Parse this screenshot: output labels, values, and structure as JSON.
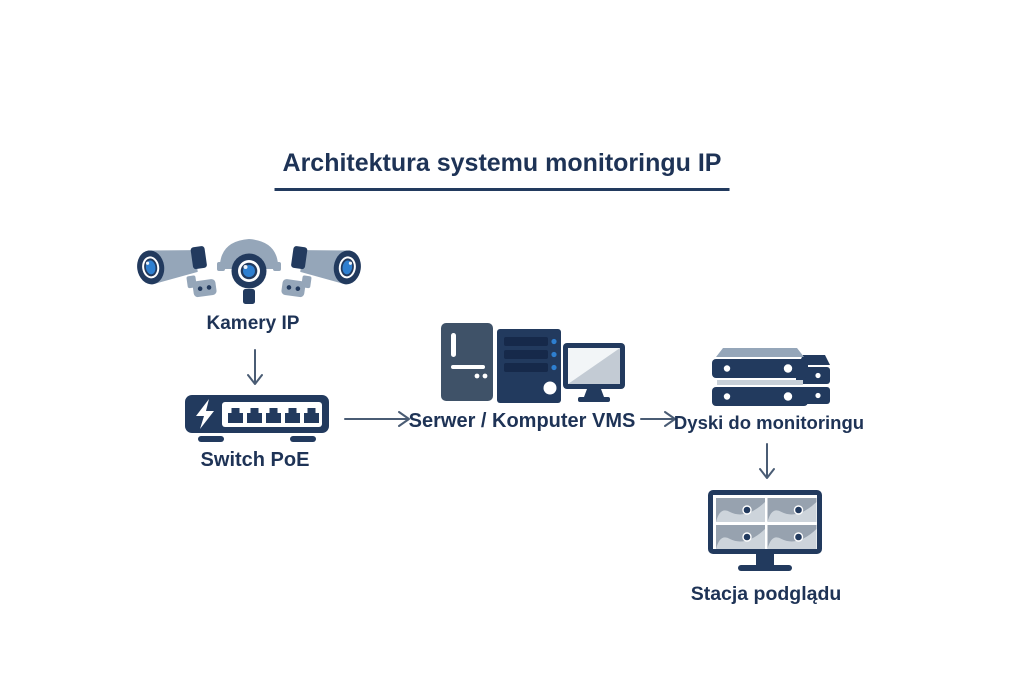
{
  "title": "Architektura systemu monitoringu IP",
  "colors": {
    "navy": "#223a5e",
    "darknavy": "#16294a",
    "slate": "#3f5268",
    "grayblue": "#95a6b9",
    "lightgray": "#c8d0d8",
    "tile": "#cdd4db",
    "tiledark": "#97a2af",
    "blue": "#2e7fd0",
    "screen": "#f2f5f7",
    "screenshade": "#c3cbd4",
    "arrow": "#4a5c74",
    "text": "#1e3356"
  },
  "nodes": {
    "cameras": {
      "label": "Kamery IP",
      "icon": "ip-cameras-icon"
    },
    "switch": {
      "label": "Switch PoE",
      "icon": "poe-switch-icon"
    },
    "server": {
      "label": "Serwer / Komputer VMS",
      "icon": "server-workstation-icon"
    },
    "disks": {
      "label": "Dyski do monitoringu",
      "icon": "storage-drives-icon"
    },
    "station": {
      "label": "Stacja podglądu",
      "icon": "viewing-station-icon"
    }
  },
  "connections": [
    {
      "from": "cameras",
      "to": "switch",
      "direction": "down"
    },
    {
      "from": "switch",
      "to": "server",
      "direction": "right"
    },
    {
      "from": "server",
      "to": "disks",
      "direction": "right"
    },
    {
      "from": "disks",
      "to": "station",
      "direction": "down"
    }
  ]
}
